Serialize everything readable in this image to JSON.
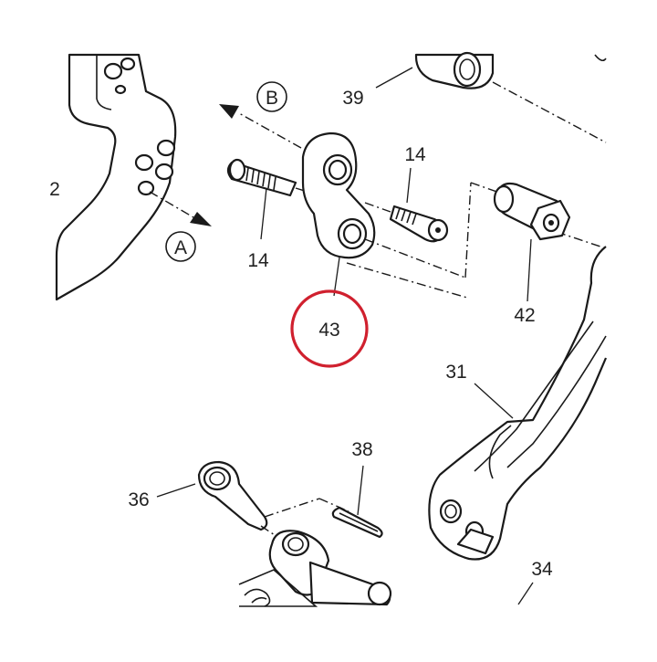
{
  "callouts": {
    "part_39": "39",
    "part_14_top": "14",
    "part_14_left": "14",
    "part_42": "42",
    "part_43": "43",
    "part_31": "31",
    "part_38": "38",
    "part_36": "36",
    "part_34": "34",
    "edge_2": "2"
  },
  "direction_markers": {
    "a": "A",
    "b": "B"
  },
  "highlight": {
    "part": "43",
    "color": "#d0202e"
  }
}
